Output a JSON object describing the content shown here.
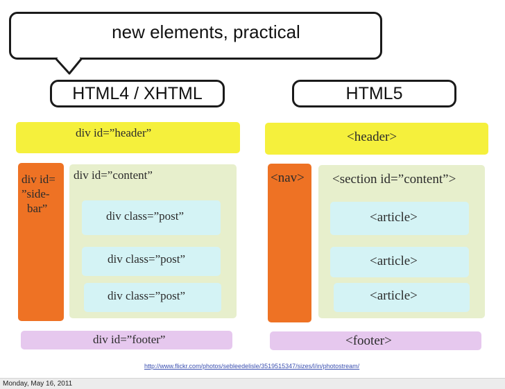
{
  "title": "new elements, practical",
  "left_heading": "HTML4 / XHTML",
  "right_heading": "HTML5",
  "left_diagram": {
    "header": "div id=”header”",
    "sidebar_line1": "div id=",
    "sidebar_line2": "”side-",
    "sidebar_line3": "bar”",
    "content": "div id=”content”",
    "posts": [
      "div class=”post”",
      "div class=”post”",
      "div class=”post”"
    ],
    "footer": "div id=”footer”"
  },
  "right_diagram": {
    "header": "<header>",
    "nav": "<nav>",
    "section": "<section id=”content”>",
    "articles": [
      "<article>",
      "<article>",
      "<article>"
    ],
    "footer": "<footer>"
  },
  "source_link": "http://www.flickr.com/photos/sebleedelisle/3519515347/sizes/l/in/photostream/",
  "status_date": "Monday, May 16, 2011",
  "colors": {
    "header": "#f5f03c",
    "sidebar": "#ee7224",
    "content": "#e7efcc",
    "post": "#d4f3f5",
    "footer": "#e6c8ee"
  }
}
